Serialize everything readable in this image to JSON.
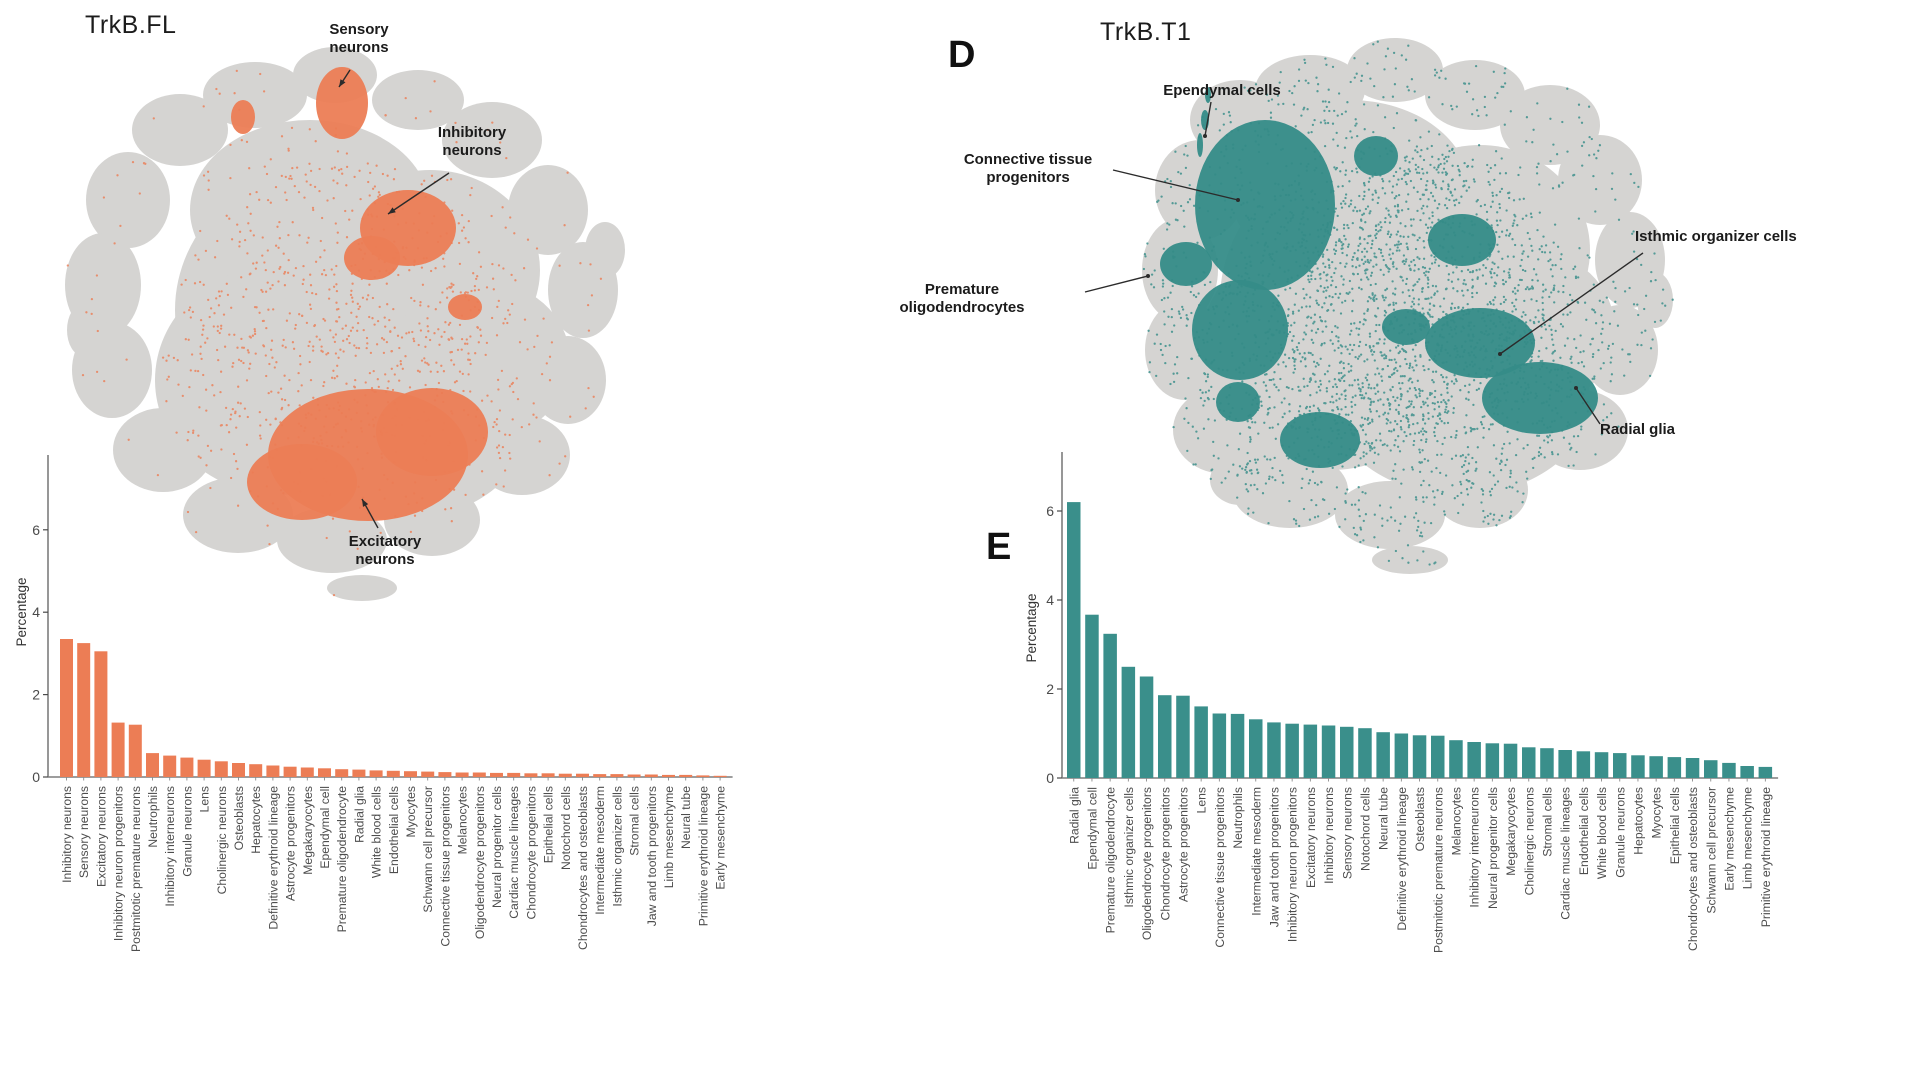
{
  "figure": {
    "left_panel": {
      "title": "TrkB.FL",
      "annotations": {
        "sensory": "Sensory neurons",
        "inhibitory": "Inhibitory neurons",
        "excitatory": "Excitatory neurons"
      }
    },
    "right_panel": {
      "letter_umap": "D",
      "letter_bar": "E",
      "title": "TrkB.T1",
      "annotations": {
        "ependymal": "Ependymal cells",
        "connective": "Connective tissue progenitors",
        "premature": "Premature oligodendrocytes",
        "isthmic": "Isthmic organizer cells",
        "radial": "Radial glia"
      }
    },
    "colors": {
      "orange": "#EC7D55",
      "teal": "#358C88",
      "cluster_gray": "#D5D4D2"
    }
  },
  "chart_data": [
    {
      "type": "bar",
      "panel": "TrkB.FL",
      "title": "",
      "xlabel": "",
      "ylabel": "Percentage",
      "ylim": [
        0,
        7
      ],
      "yticks": [
        0,
        2,
        4,
        6
      ],
      "color": "#EC7D55",
      "categories": [
        "Inhibitory neurons",
        "Sensory neurons",
        "Excitatory neurons",
        "Inhibitory neuron progenitors",
        "Postmitotic premature neurons",
        "Neutrophils",
        "Inhibitory interneurons",
        "Granule neurons",
        "Lens",
        "Cholinergic neurons",
        "Osteoblasts",
        "Hepatocytes",
        "Definitive erythroid lineage",
        "Astrocyte progenitors",
        "Megakaryocytes",
        "Ependymal cell",
        "Premature oligodendrocyte",
        "Radial glia",
        "White blood cells",
        "Endothelial cells",
        "Myocytes",
        "Schwann cell precursor",
        "Connective tissue progenitors",
        "Melanocytes",
        "Oligodendrocyte progenitors",
        "Neural progenitor cells",
        "Cardiac muscle lineages",
        "Chondrocyte progenitors",
        "Epithelial cells",
        "Notochord cells",
        "Chondrocytes and osteoblasts",
        "Intermediate mesoderm",
        "Isthmic organizer cells",
        "Stromal cells",
        "Jaw and tooth progenitors",
        "Limb mesenchyme",
        "Neural tube",
        "Primitive erythroid lineage",
        "Early mesenchyme"
      ],
      "values": [
        3.35,
        3.25,
        3.05,
        1.32,
        1.27,
        0.58,
        0.52,
        0.47,
        0.42,
        0.38,
        0.34,
        0.31,
        0.28,
        0.25,
        0.23,
        0.21,
        0.19,
        0.18,
        0.16,
        0.15,
        0.14,
        0.13,
        0.12,
        0.11,
        0.11,
        0.1,
        0.1,
        0.09,
        0.09,
        0.08,
        0.08,
        0.07,
        0.07,
        0.06,
        0.06,
        0.05,
        0.05,
        0.04,
        0.03
      ]
    },
    {
      "type": "bar",
      "panel": "TrkB.T1",
      "title": "",
      "xlabel": "",
      "ylabel": "Percentage",
      "ylim": [
        0,
        7
      ],
      "yticks": [
        0,
        2,
        4,
        6
      ],
      "color": "#3A8F8B",
      "categories": [
        "Radial glia",
        "Ependymal cell",
        "Premature oligodendrocyte",
        "Isthmic organizer cells",
        "Oligodendrocyte progenitors",
        "Chondrocyte progenitors",
        "Astrocyte progenitors",
        "Lens",
        "Connective tissue progenitors",
        "Neutrophils",
        "Intermediate mesoderm",
        "Jaw and tooth progenitors",
        "Inhibitory neuron progenitors",
        "Excitatory neurons",
        "Inhibitory neurons",
        "Sensory neurons",
        "Notochord cells",
        "Neural tube",
        "Definitive erythroid lineage",
        "Osteoblasts",
        "Postmitotic premature neurons",
        "Melanocytes",
        "Inhibitory interneurons",
        "Neural progenitor cells",
        "Megakaryocytes",
        "Cholinergic neurons",
        "Stromal cells",
        "Cardiac muscle lineages",
        "Endothelial cells",
        "White blood cells",
        "Granule neurons",
        "Hepatocytes",
        "Myocytes",
        "Epithelial cells",
        "Chondrocytes and osteoblasts",
        "Schwann cell precursor",
        "Early mesenchyme",
        "Limb mesenchyme",
        "Primitive erythroid lineage"
      ],
      "values": [
        6.2,
        3.67,
        3.24,
        2.5,
        2.28,
        1.86,
        1.85,
        1.61,
        1.45,
        1.44,
        1.32,
        1.25,
        1.22,
        1.2,
        1.18,
        1.15,
        1.12,
        1.03,
        1.0,
        0.96,
        0.95,
        0.85,
        0.81,
        0.78,
        0.77,
        0.69,
        0.67,
        0.63,
        0.6,
        0.58,
        0.56,
        0.51,
        0.49,
        0.47,
        0.45,
        0.4,
        0.34,
        0.27,
        0.25
      ]
    },
    {
      "type": "scatter",
      "panel": "TrkB.FL",
      "description": "t-SNE map of embryonic cell atlas; cells expressing TrkB.FL highlighted in orange over gray clusters",
      "base_color": "#D5D4D2",
      "highlight_color": "#EC7D55",
      "highlighted_clusters": [
        "Sensory neurons",
        "Inhibitory neurons",
        "Excitatory neurons"
      ]
    },
    {
      "type": "scatter",
      "panel": "TrkB.T1",
      "description": "t-SNE map of embryonic cell atlas; cells expressing TrkB.T1 highlighted in teal over gray clusters",
      "base_color": "#D5D4D2",
      "highlight_color": "#358C88",
      "highlighted_clusters": [
        "Ependymal cells",
        "Connective tissue progenitors",
        "Premature oligodendrocytes",
        "Isthmic organizer cells",
        "Radial glia"
      ]
    }
  ]
}
